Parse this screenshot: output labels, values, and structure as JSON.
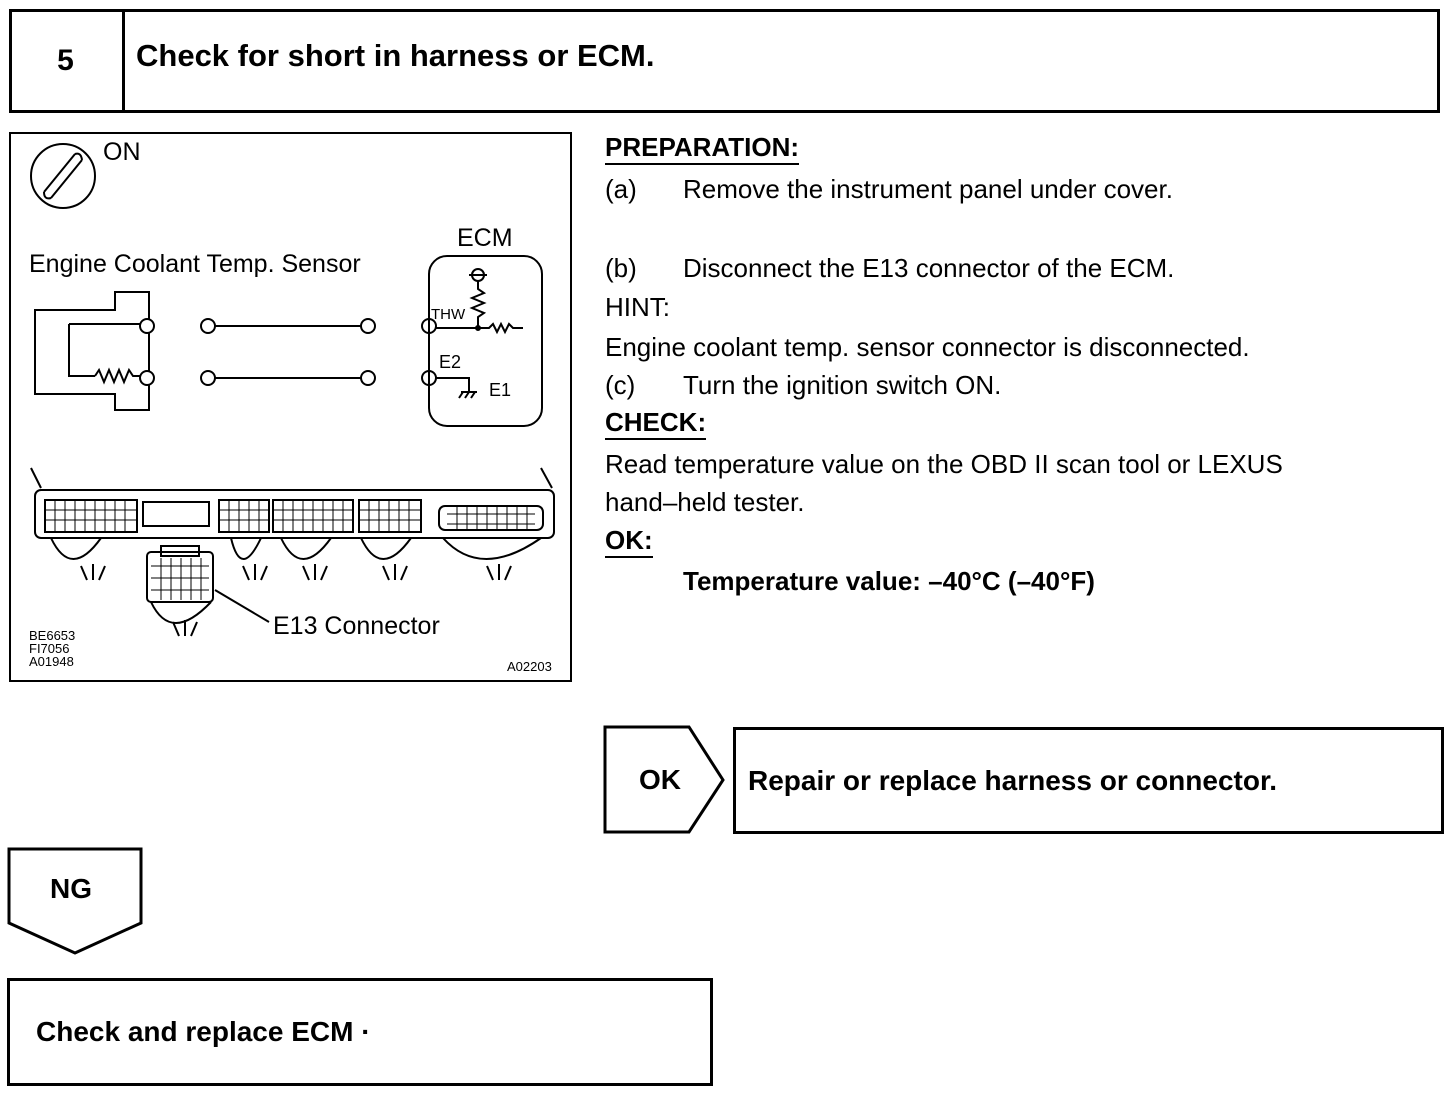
{
  "step": {
    "number": "5",
    "title": "Check for short in harness or ECM."
  },
  "diagram": {
    "ignition_label": "ON",
    "sensor_label": "Engine Coolant Temp. Sensor",
    "ecm_label": "ECM",
    "thw_label": "THW",
    "e2_label": "E2",
    "e1_label": "E1",
    "connector_label": "E13 Connector",
    "ref_codes": [
      "BE6653",
      "FI7056",
      "A01948"
    ],
    "figure_code": "A02203"
  },
  "procedure": {
    "preparation_heading": "PREPARATION:",
    "steps": [
      {
        "letter": "(a)",
        "text": "Remove the instrument panel under cover."
      },
      {
        "letter": "(b)",
        "text": "Disconnect the E13 connector of the ECM."
      }
    ],
    "hint_heading": "HINT:",
    "hint_text": "Engine coolant temp. sensor connector is disconnected.",
    "step_c": {
      "letter": "(c)",
      "text": "Turn the ignition switch ON."
    },
    "check_heading": "CHECK:",
    "check_line1": "Read temperature value on the OBD II scan tool or LEXUS",
    "check_line2": "hand–held tester.",
    "ok_heading": "OK:",
    "ok_value": "Temperature value: –40°C (–40°F)"
  },
  "outcomes": {
    "ok_tag": "OK",
    "ok_action": "Repair or replace harness or connector.",
    "ng_tag": "NG",
    "ng_action": "Check and replace ECM ·"
  }
}
